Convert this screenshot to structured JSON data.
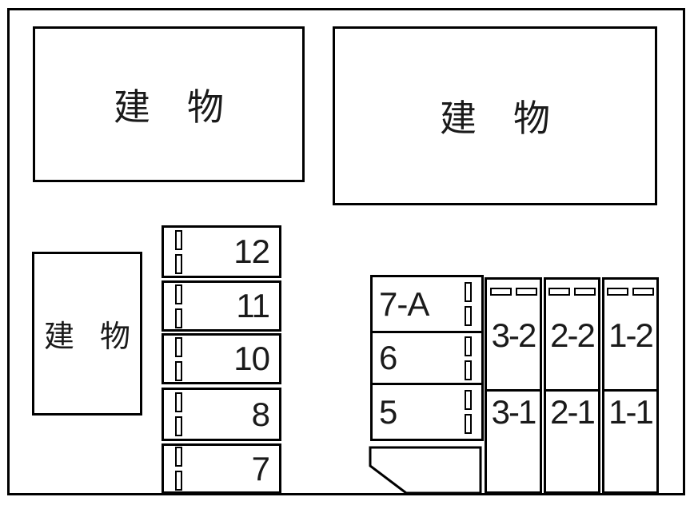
{
  "plan": {
    "buildings": {
      "top_left_label": "建物",
      "top_right_label": "建物",
      "left_label": "建物"
    },
    "west_spaces": [
      {
        "label": "12"
      },
      {
        "label": "11"
      },
      {
        "label": "10"
      },
      {
        "label": "8"
      },
      {
        "label": "7"
      }
    ],
    "south_spaces": [
      {
        "label": "7-A"
      },
      {
        "label": "6"
      },
      {
        "label": "5"
      }
    ],
    "east_columns": [
      {
        "upper": "3-2",
        "lower": "3-1"
      },
      {
        "upper": "2-2",
        "lower": "2-1"
      },
      {
        "upper": "1-2",
        "lower": "1-1"
      }
    ],
    "colors": {
      "line": "#000000",
      "background": "#ffffff",
      "text": "#1a1a1a"
    }
  }
}
